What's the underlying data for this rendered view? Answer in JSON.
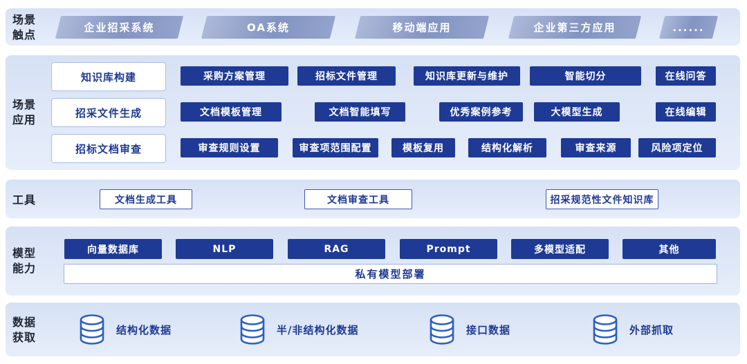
{
  "colors": {
    "navy": "#1e3a94",
    "band_light_blue": "#dce6f6",
    "gray_button": "#8a9ac6",
    "icon_blue": "#2a5fc4",
    "white": "#ffffff"
  },
  "touchpoints": {
    "label": "场景\n触点",
    "items": [
      "企业招采系统",
      "OA系统",
      "移动端应用",
      "企业第三方应用",
      "......"
    ]
  },
  "applications": {
    "label": "场景\n应用",
    "rows": [
      {
        "title": "知识库构建",
        "items": [
          "采购方案管理",
          "招标文件管理",
          "知识库更新与维护",
          "智能切分",
          "在线问答"
        ]
      },
      {
        "title": "招采文件生成",
        "items": [
          "文档模板管理",
          "文档智能填写",
          "优秀案例参考",
          "大模型生成",
          "在线编辑"
        ]
      },
      {
        "title": "招标文档审查",
        "items": [
          "审查规则设置",
          "审查项范围配置",
          "模板复用",
          "结构化解析",
          "审查来源",
          "风险项定位"
        ]
      }
    ]
  },
  "tools": {
    "label": "工具",
    "items": [
      "文档生成工具",
      "文档审查工具",
      "招采规范性文件知识库"
    ]
  },
  "models": {
    "label": "模型\n能力",
    "items": [
      "向量数据库",
      "NLP",
      "RAG",
      "Prompt",
      "多模型适配",
      "其他"
    ],
    "wide": "私有模型部署"
  },
  "data_sources": {
    "label": "数据\n获取",
    "items": [
      "结构化数据",
      "半/非结构化数据",
      "接口数据",
      "外部抓取"
    ]
  }
}
